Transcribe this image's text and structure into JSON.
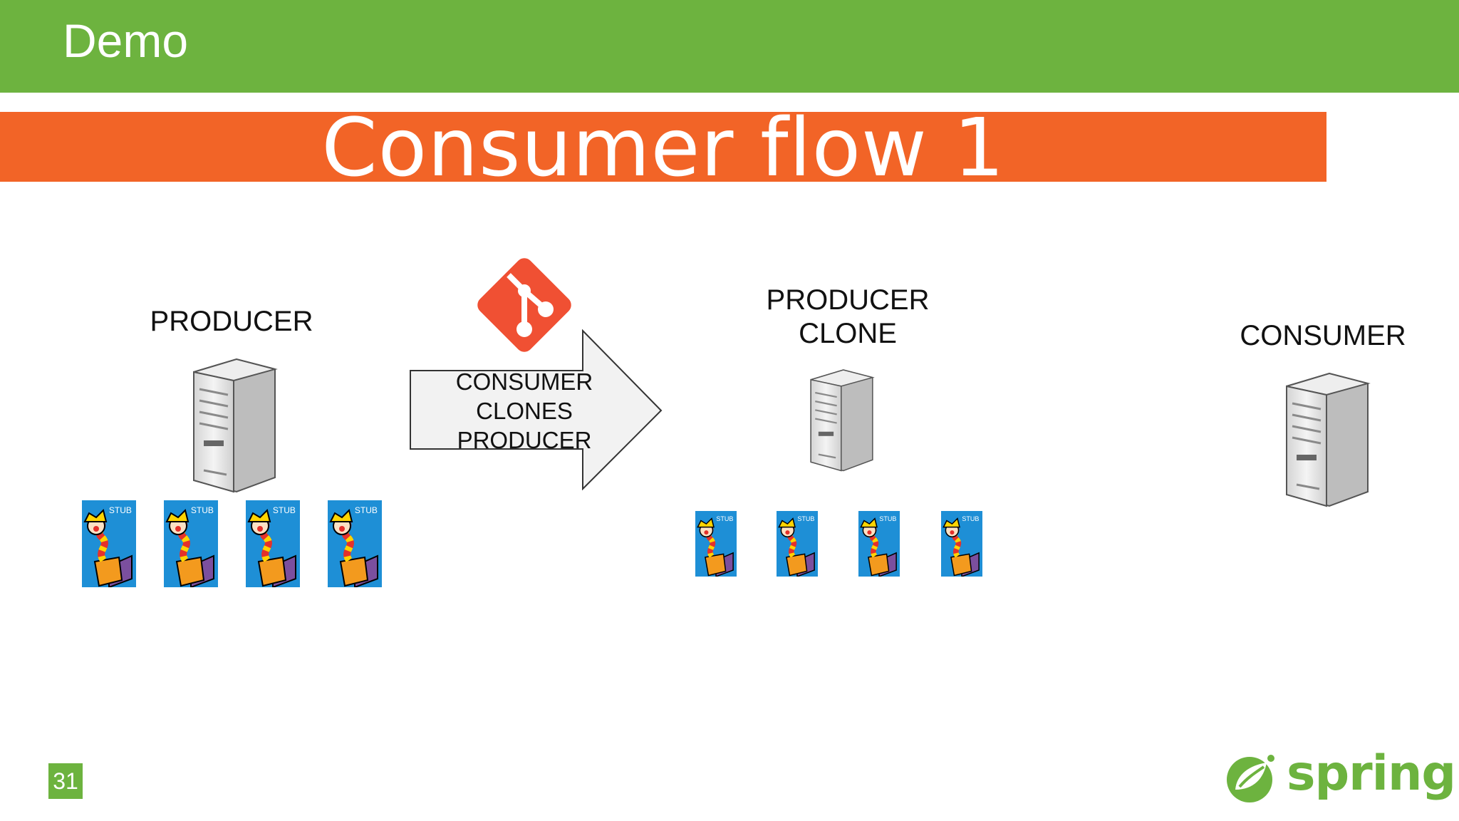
{
  "header": {
    "title": "Demo"
  },
  "banner": {
    "title": "Consumer flow 1"
  },
  "nodes": {
    "producer": {
      "label": "PRODUCER"
    },
    "producer_clone": {
      "label_line1": "PRODUCER",
      "label_line2": "CLONE"
    },
    "consumer": {
      "label": "CONSUMER"
    }
  },
  "arrow": {
    "line1": "CONSUMER",
    "line2": "CLONES",
    "line3": "PRODUCER"
  },
  "stub": {
    "label": "STUB"
  },
  "footer": {
    "page_number": "31",
    "logo_text": "spring"
  },
  "colors": {
    "header_green": "#6db33f",
    "banner_orange": "#f26427",
    "git_red": "#f05033",
    "stub_blue": "#1e8fd6"
  }
}
